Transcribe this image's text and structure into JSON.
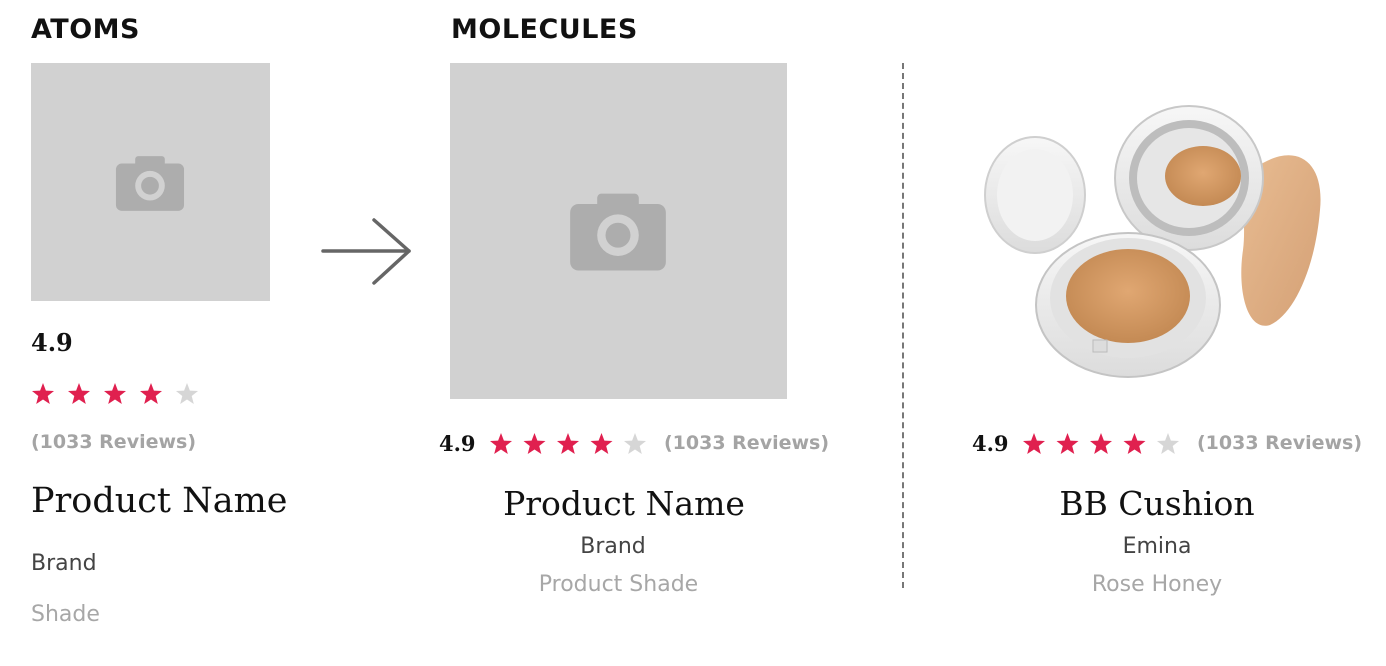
{
  "atoms": {
    "heading": "ATOMS",
    "rating": "4.9",
    "rating_stars": 4,
    "stars_total": 5,
    "reviews": "(1033 Reviews)",
    "product_name": "Product Name",
    "brand": "Brand",
    "shade": "Shade"
  },
  "molecules": {
    "heading": "MOLECULES",
    "rating": "4.9",
    "rating_stars": 4,
    "stars_total": 5,
    "reviews": "(1033 Reviews)",
    "product_name": "Product Name",
    "brand": "Brand",
    "shade": "Product Shade"
  },
  "example": {
    "rating": "4.9",
    "rating_stars": 4,
    "stars_total": 5,
    "reviews": "(1033 Reviews)",
    "product_name": "BB Cushion",
    "brand": "Emina",
    "shade": "Rose Honey"
  },
  "icons": {
    "camera": "camera-icon",
    "arrow": "arrow-right-icon",
    "star": "star-icon"
  },
  "colors": {
    "star_filled": "#e0204f",
    "star_empty": "#d6d6d6",
    "placeholder": "#d1d1d1",
    "camera": "#adadad"
  }
}
